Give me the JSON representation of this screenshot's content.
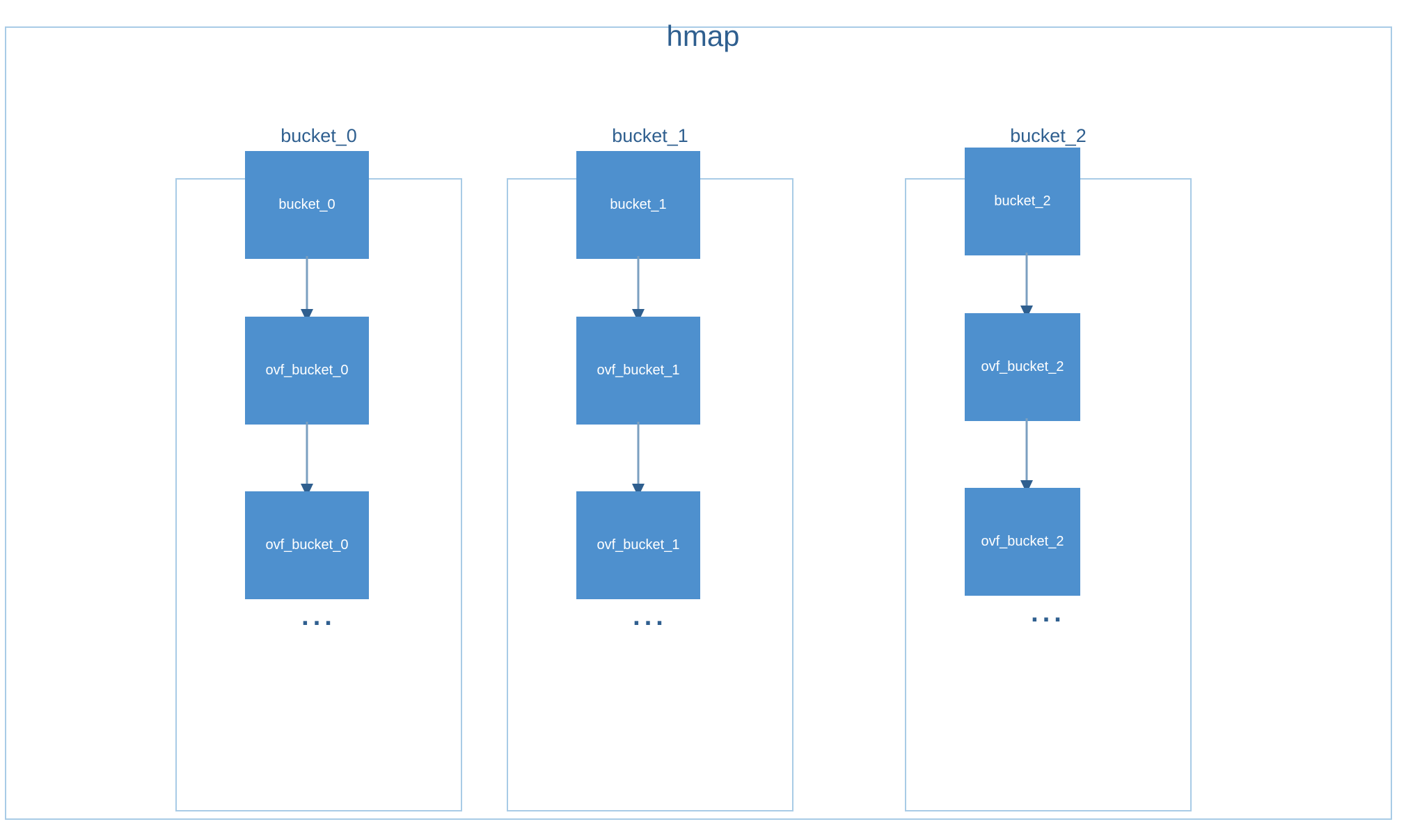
{
  "graph": {
    "title": "hmap",
    "title_color": "#2f5f8f",
    "frame_color": "#a8cbe6",
    "background": "#ffffff"
  },
  "style": {
    "node_fill": "#4e90ce",
    "node_text_color": "#ffffff",
    "edge_line_color": "#7b9fc0",
    "arrowhead_color": "#2f5f8f",
    "cluster_border_color": "#a8cbe6",
    "label_color": "#2f5f8f"
  },
  "clusters": [
    {
      "label": "bucket_0",
      "nodes": [
        {
          "label": "bucket_0"
        },
        {
          "label": "ovf_bucket_0"
        },
        {
          "label": "ovf_bucket_0"
        }
      ],
      "continuation": "..."
    },
    {
      "label": "bucket_1",
      "nodes": [
        {
          "label": "bucket_1"
        },
        {
          "label": "ovf_bucket_1"
        },
        {
          "label": "ovf_bucket_1"
        }
      ],
      "continuation": "..."
    },
    {
      "label": "bucket_2",
      "nodes": [
        {
          "label": "bucket_2"
        },
        {
          "label": "ovf_bucket_2"
        },
        {
          "label": "ovf_bucket_2"
        }
      ],
      "continuation": "..."
    }
  ]
}
